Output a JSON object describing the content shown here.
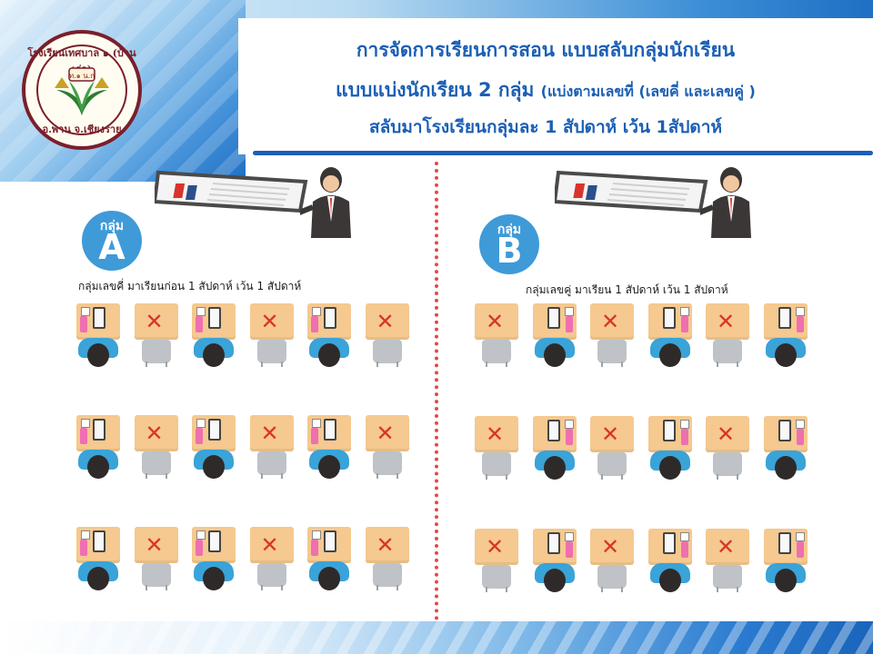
{
  "school_logo": {
    "name_text": "โรงเรียนเทศบาล ๑ (บ้านเก่า)",
    "location_text": "อ.พาน จ.เชียงราย",
    "emblem_text": "ท.๑ น.ก"
  },
  "title": {
    "line1": "การจัดการเรียนการสอน แบบสลับกลุ่มนักเรียน",
    "line2_main": "แบบแบ่งนักเรียน 2 กลุ่ม",
    "line2_sub": "(แบ่งตามเลขที่ (เลขคี่ และเลขคู่ )",
    "line3": "สลับมาโรงเรียนกลุ่มละ 1 สัปดาห์ เว้น 1สัปดาห์"
  },
  "group_a": {
    "badge_word": "กลุ่ม",
    "badge_letter": "A",
    "caption": "กลุ่มเลขคี่ มาเรียนก่อน 1 สัปดาห์ เว้น 1 สัปดาห์",
    "rows": [
      [
        "student",
        "empty",
        "student",
        "empty",
        "student",
        "empty"
      ],
      [
        "student",
        "empty",
        "student",
        "empty",
        "student",
        "empty"
      ],
      [
        "student",
        "empty",
        "student",
        "empty",
        "student",
        "empty"
      ]
    ]
  },
  "group_b": {
    "badge_word": "กลุ่ม",
    "badge_letter": "B",
    "caption": "กลุ่มเลขคู่ มาเรียน 1 สัปดาห์ เว้น 1 สัปดาห์",
    "rows": [
      [
        "empty",
        "student",
        "empty",
        "student",
        "empty",
        "student"
      ],
      [
        "empty",
        "student",
        "empty",
        "student",
        "empty",
        "student"
      ],
      [
        "empty",
        "student",
        "empty",
        "student",
        "empty",
        "student"
      ]
    ]
  },
  "empty_mark": "✕",
  "colors": {
    "title_blue": "#1b5fb5",
    "badge_blue": "#3f9ad8",
    "desk": "#f5c98f",
    "cross_red": "#d9342b",
    "divider_red": "#e34848",
    "student_shirt": "#3aa3d8"
  },
  "icons": {
    "teacher": "teacher-at-whiteboard-icon",
    "student": "student-at-desk-icon",
    "empty": "empty-desk-cross-icon"
  }
}
